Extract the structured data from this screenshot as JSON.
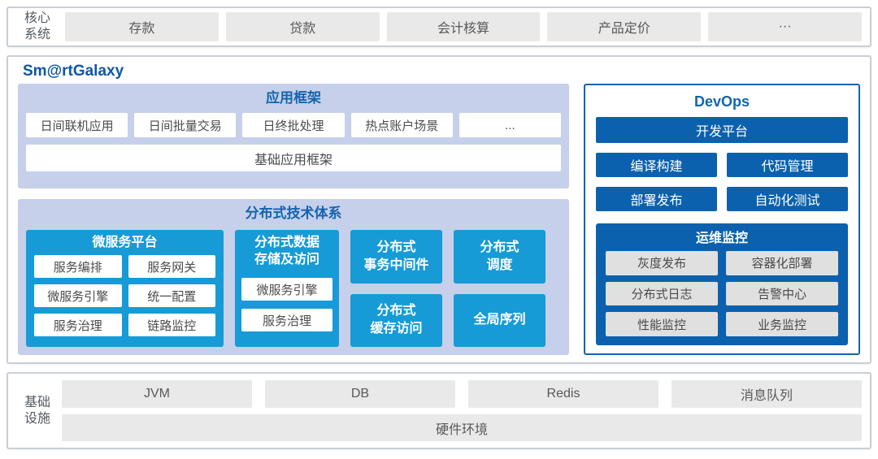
{
  "top_band": {
    "label": "核心系统",
    "items": [
      "存款",
      "贷款",
      "会计核算",
      "产品定价",
      "···"
    ]
  },
  "galaxy": {
    "title": "Sm@rtGalaxy",
    "app_framework": {
      "title": "应用框架",
      "items": [
        "日间联机应用",
        "日间批量交易",
        "日终批处理",
        "热点账户场景",
        "..."
      ],
      "base": "基础应用框架"
    },
    "distributed": {
      "title": "分布式技术体系",
      "microservice_platform": {
        "title": "微服务平台",
        "items": [
          "服务编排",
          "服务网关",
          "微服务引擎",
          "统一配置",
          "服务治理",
          "链路监控"
        ]
      },
      "data_storage": {
        "title": "分布式数据\n存储及访问",
        "items": [
          "微服务引擎",
          "服务治理"
        ]
      },
      "transaction_middleware": "分布式\n事务中间件",
      "scheduling": "分布式\n调度",
      "cache_access": "分布式\n缓存访问",
      "global_sequence": "全局序列"
    },
    "devops": {
      "title": "DevOps",
      "dev_platform": "开发平台",
      "tools": [
        "编译构建",
        "代码管理",
        "部署发布",
        "自动化测试"
      ],
      "monitoring": {
        "title": "运维监控",
        "items": [
          "灰度发布",
          "容器化部署",
          "分布式日志",
          "告警中心",
          "性能监控",
          "业务监控"
        ]
      }
    }
  },
  "bottom_band": {
    "label": "基础设施",
    "items": [
      "JVM",
      "DB",
      "Redis",
      "消息队列"
    ],
    "hardware": "硬件环境"
  },
  "colors": {
    "title_blue": "#1464ae",
    "galaxy_title_blue": "#0d57a7",
    "cyan": "#169bd7",
    "dark_blue": "#0b61ad",
    "lavender": "#c6d0ea",
    "gray_box": "#e9e9ea",
    "gray_text": "#595959"
  }
}
